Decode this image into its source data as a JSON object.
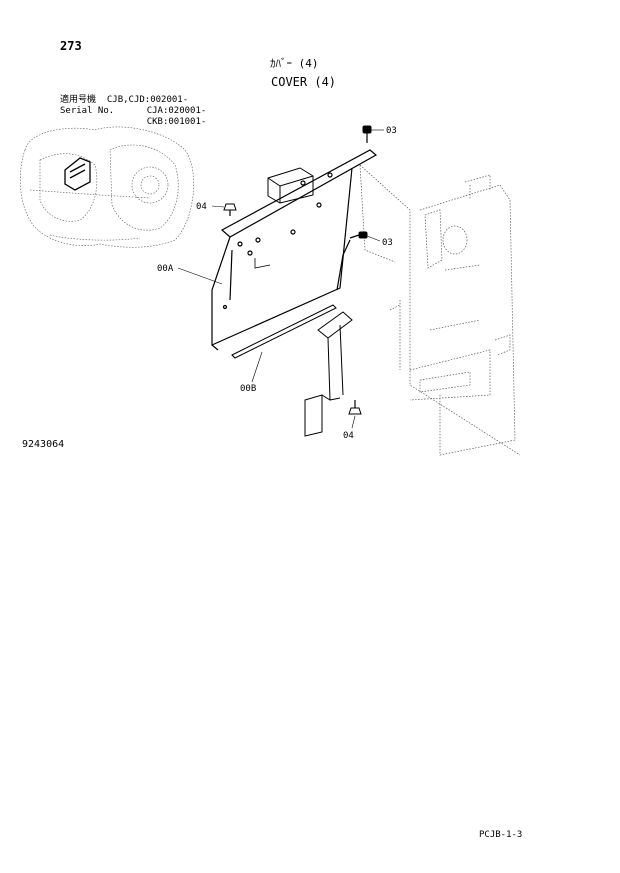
{
  "page_number": "273",
  "title": {
    "japanese": "ｶﾊﾞｰ (4)",
    "english": "COVER (4)"
  },
  "serial": {
    "label_jp": "適用号機",
    "label_en": "Serial No.",
    "lines": [
      "CJB,CJD:002001-",
      "CJA:020001-",
      "CKB:001001-"
    ]
  },
  "callouts": {
    "c03a": "03",
    "c04a": "04",
    "c03b": "03",
    "c00a": "00A",
    "c00b": "00B",
    "c04b": "04"
  },
  "figure_code": "9243064",
  "footer": "PCJB-1-3"
}
